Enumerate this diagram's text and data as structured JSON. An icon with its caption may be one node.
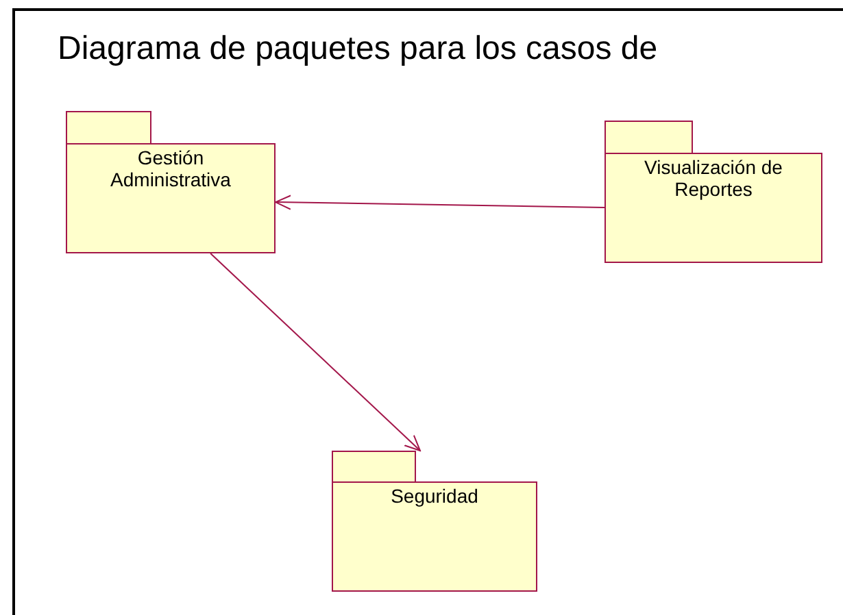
{
  "diagram": {
    "title": "Diagrama de paquetes para los casos de",
    "nodes": [
      {
        "text": [
          "Gestión Administrativa"
        ]
      },
      {
        "text": [
          "Visualización de Reportes"
        ]
      },
      {
        "text": [
          "Seguridad"
        ]
      }
    ],
    "edges": [
      {
        "from": 1,
        "to": 0,
        "arrow": "to"
      },
      {
        "from": 0,
        "to": 2,
        "arrow": "to"
      }
    ]
  }
}
